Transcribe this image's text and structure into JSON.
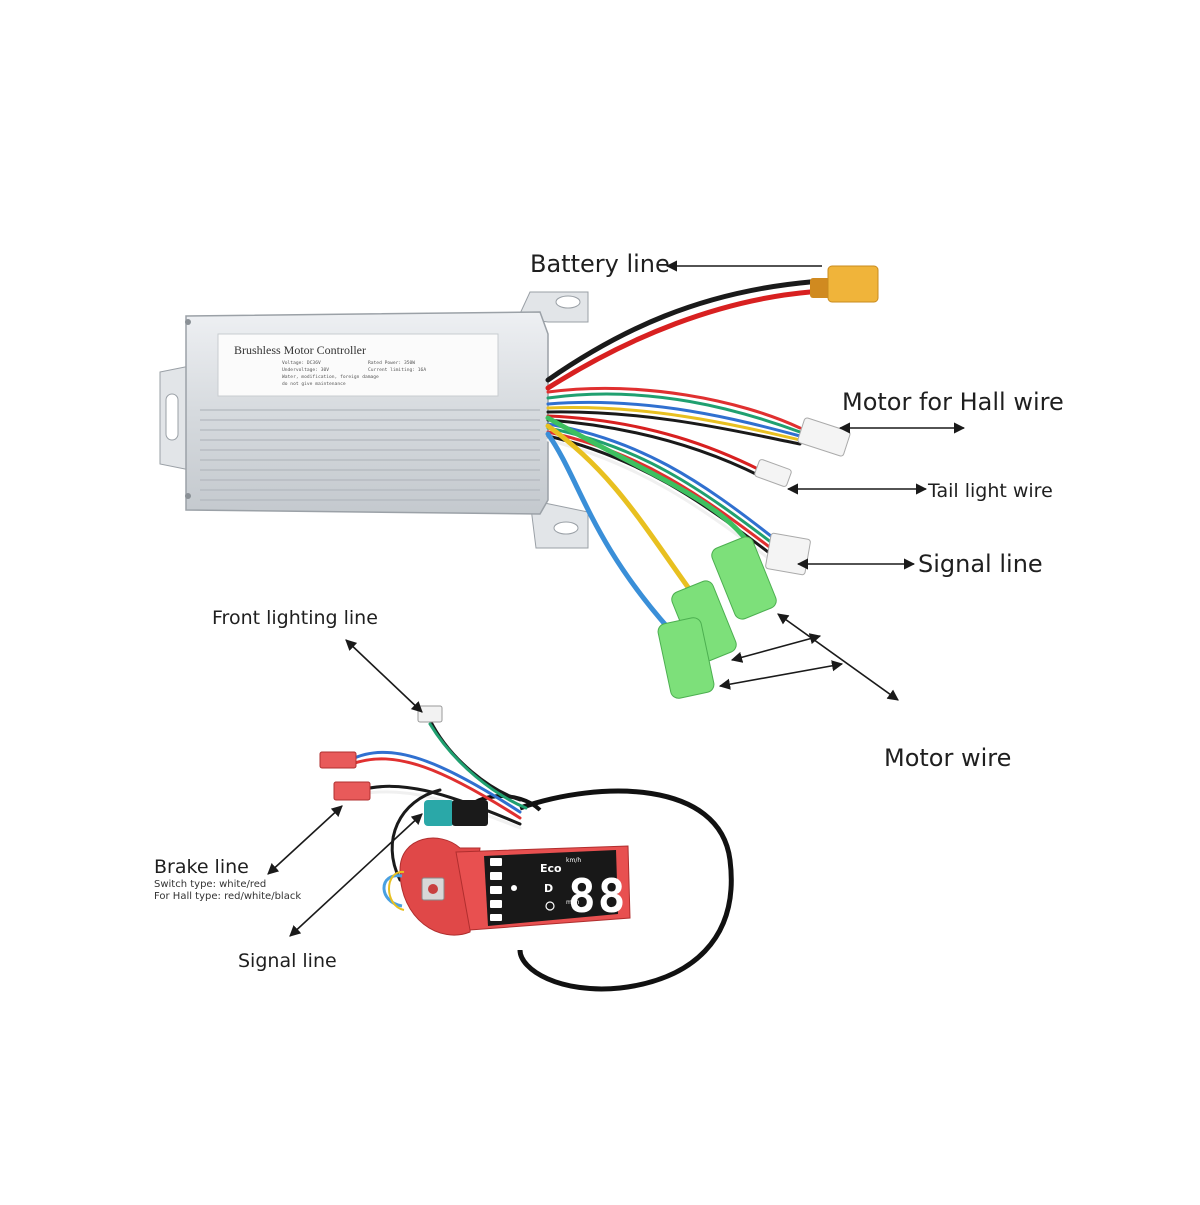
{
  "labels": {
    "battery_line": "Battery line",
    "motor_hall_wire": "Motor for Hall wire",
    "tail_light_wire": "Tail light wire",
    "signal_line_controller": "Signal line",
    "motor_wire": "Motor wire",
    "front_lighting_line": "Front lighting line",
    "brake_line": "Brake line",
    "brake_switch_type": "Switch type: white/red",
    "brake_hall_type": "For Hall type: red/white/black",
    "signal_line_display": "Signal line"
  },
  "controller_label": {
    "title": "Brushless Motor Controller",
    "voltage": "Voltage: DC36V",
    "rated_power": "Rated Power: 350W",
    "under_voltage": "Undervoltage: 30V",
    "current_limiting": "Current limiting: 16A",
    "warning_1": "Water, modification, foreign damage",
    "warning_2": "do not give maintenance"
  },
  "display": {
    "digits": "88",
    "mode_eco": "Eco",
    "mode_d": "D",
    "unit_kmh": "km/h",
    "unit_mph": "mph"
  },
  "colors": {
    "housing": "#d9dde2",
    "battery_connector": "#f0b43a",
    "connector_green": "#7de07a",
    "display_board": "#e04848"
  }
}
